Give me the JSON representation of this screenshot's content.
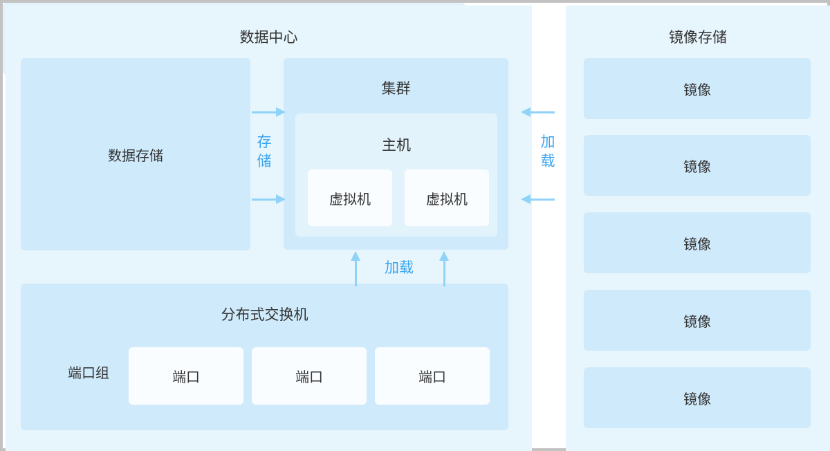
{
  "diagram": {
    "title_left": "数据中心",
    "title_right": "镜像存储",
    "datastore": {
      "label": "数据存储"
    },
    "cluster": {
      "label": "集群",
      "host": {
        "label": "主机",
        "vms": [
          {
            "label": "虚拟机"
          },
          {
            "label": "虚拟机"
          }
        ]
      }
    },
    "switch": {
      "label": "分布式交换机",
      "port_group_label": "端口组",
      "ports": [
        {
          "label": "端口"
        },
        {
          "label": "端口"
        },
        {
          "label": "端口"
        }
      ]
    },
    "images": [
      {
        "label": "镜像"
      },
      {
        "label": "镜像"
      },
      {
        "label": "镜像"
      },
      {
        "label": "镜像"
      },
      {
        "label": "镜像"
      }
    ],
    "arrows": {
      "storage_label": "存\n储",
      "storage_label_chars": [
        "存",
        "储"
      ],
      "load_label_right_chars": [
        "加",
        "载"
      ],
      "load_label_bottom": "加载"
    },
    "colors": {
      "panel_bg": "#e7f5fd",
      "box_bg": "#cfeafb",
      "inner_box_bg": "#e3f3fc",
      "leaf_box_bg": "#fafdff",
      "arrow": "#8fd3f8",
      "arrow_text": "#3ba5ef",
      "text": "#333333",
      "page_border": "#c2c2c2"
    }
  }
}
